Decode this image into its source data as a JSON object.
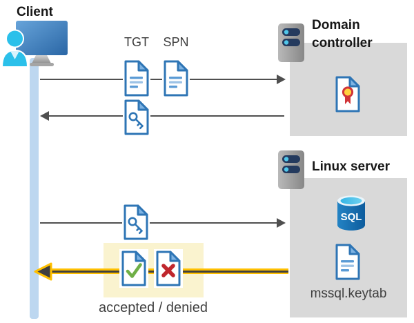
{
  "nodes": {
    "client": {
      "label": "Client"
    },
    "domain_controller": {
      "label": "Domain controller"
    },
    "linux_server": {
      "label": "Linux server"
    }
  },
  "tickets": {
    "tgt": "TGT",
    "spn": "SPN"
  },
  "artifacts": {
    "sql_badge": "SQL",
    "keytab": "mssql.keytab"
  },
  "result": {
    "label": "accepted / denied"
  },
  "icons": {
    "client": "client-monitor-user-icon",
    "servers": "server-rack-icon",
    "documents": [
      "ticket-document-icon",
      "key-document-icon",
      "certificate-document-icon",
      "check-document-icon",
      "x-document-icon"
    ],
    "database": "sql-database-icon"
  },
  "colors": {
    "doc_blue": "#2E75B5",
    "doc_fold_blue": "#7EB3E3",
    "line_blue_dark": "#5B9BD5",
    "line_blue_light": "#9DC3E6",
    "arrow_gray": "#4F4F4F",
    "highlight_yellow": "#FFC000",
    "highlight_box": "#FAF3CF",
    "panel_gray": "#D9D9D9",
    "lifeline_blue": "#BDD7F0",
    "accept_green": "#6FAF46",
    "deny_red": "#C0272D",
    "seal_yellow": "#FFD23E",
    "seal_red": "#D13438",
    "sql_blue": "#1272B9",
    "sql_cyan": "#49C2EA",
    "person_cyan": "#2BC0EA",
    "server_pill_navy": "#243A5E"
  }
}
